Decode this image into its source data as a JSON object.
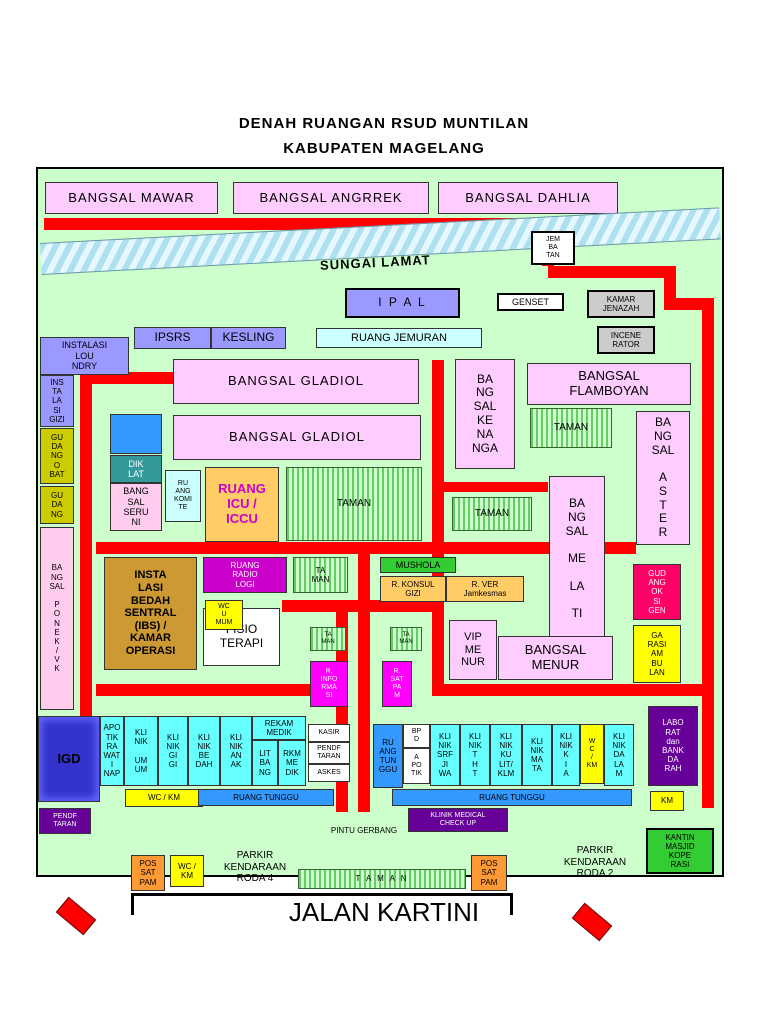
{
  "title": {
    "line1": "DENAH RUANGAN RSUD MUNTILAN",
    "line2": "KABUPATEN MAGELANG"
  },
  "river": "SUNGAI LAMAT",
  "street": "JALAN KARTINI",
  "rooms": {
    "mawar": "BANGSAL  MAWAR",
    "anggrek": "BANGSAL  ANGRREK",
    "dahlia": "BANGSAL  DAHLIA",
    "jembatan": "JEM\nBA\nTAN",
    "ipal": "I P A L",
    "genset": "GENSET",
    "jenazah": "KAMAR\nJENAZAH",
    "incenerator": "INCENE\nRATOR",
    "ipsrs": "IPSRS",
    "kesling": "KESLING",
    "jemuran": "RUANG JEMURAN",
    "laundry": "INSTALASI\nLOU\nNDRY",
    "instalasi_gizi": "INS\nTA\nLA\nSI\nGIZI",
    "gudang_obat": "GU\nDA\nNG\nO\nBAT",
    "gudang": "GU\nDA\nNG",
    "ponek": "BA\nNG\nSAL\n\nP\nO\nN\nE\nK\n/\nV\nK",
    "gladiol1": "BANGSAL  GLADIOL",
    "gladiol2": "BANGSAL  GLADIOL",
    "kenanga": "BA\nNG\nSAL\nKE\nNA\nNGA",
    "flamboyan": "BANGSAL\nFLAMBOYAN",
    "aster": "BA\nNG\nSAL\n\nA\nS\nT\nE\nR",
    "diklat": "DIK\nLAT",
    "seruni": "BANG\nSAL\nSERU\nNI",
    "komite": "RU\nANG\nKOMI\nTE",
    "icu": "RUANG\nICU /\nICCU",
    "melati": "BA\nNG\nSAL\n\nME\n\nLA\n\nTI",
    "ibs": "INSTA\nLASI\nBEDAH\nSENTRAL\n(IBS) /\nKAMAR\nOPERASI",
    "radiologi": "RUANG\nRADIO\nLOGI",
    "wc_umum": "WC\nU\nMUM",
    "fisio": "FISIO\nTERAPI",
    "mushola": "MUSHOLA",
    "konsul_gizi": "R. KONSUL\nGIZI",
    "verifikasi": "R. VER\nJamkesmas",
    "gudang_oksigen": "GUD\nANG\nOK\nSI\nGEN",
    "garasi": "GA\nRASI\nAM\nBU\nLAN",
    "vip": "VIP\nME\nNUR",
    "menur": "BANGSAL\nMENUR",
    "informasi": "R.\nINFO\nRMA\nSI",
    "satpam_dalam": "R.\nSAT\nPA\nM",
    "igd": "IGD",
    "apotik_rawat": "APO\nTIK\nRA\nWAT\nI\nNAP",
    "klinik_umum": "KLI\nNIK\n\nUM\nUM",
    "klinik_gigi": "KLI\nNIK\nGI\nGI",
    "klinik_bedah": "KLI\nNIK\nBE\nDAH",
    "klinik_anak": "KLI\nNIK\nAN\nAK",
    "rekam_medik": "REKAM\nMEDIK",
    "litbang": "LIT\nBA\nNG",
    "rkm_medik": "RKM\nME\nDIK",
    "kasir": "KASIR",
    "pendaftaran_dalam": "PENDF\nTARAN",
    "askes": "ASKES",
    "ruang_tunggu_besar": "RU\nANG\nTUN\nGGU",
    "bpd": "BP\nD",
    "apotik": "A\nPO\nTIK",
    "klinik_srf": "KLI\nNIK\nSRF\nJI\nWA",
    "klinik_tht": "KLI\nNIK\nT\nH\nT",
    "klinik_kulit": "KLI\nNIK\nKU\nLIT/\nKLM",
    "klinik_mata": "KLI\nNIK\nMA\nTA",
    "klinik_kia": "KLI\nNIK\nK\nI\nA",
    "wc_km_kecil": "W\nC\n/\nKM",
    "klinik_dalam": "KLI\nNIK\nDA\nLA\nM",
    "lab": "LABO\nRAT\ndan\nBANK\nDA\nRAH",
    "km": "KM",
    "wc_km": "WC / KM",
    "ruang_tunggu_1": "RUANG TUNGGU",
    "ruang_tunggu_2": "RUANG TUNGGU",
    "pendaftaran": "PENDF\nTARAN",
    "medical_checkup": "KLINIK MEDICAL\nCHECK UP",
    "kantin": "KANTIN\nMASJID\nKOPE\nRASI",
    "pos_satpam_1": "POS\nSAT\nPAM",
    "wc_km_parkir": "WC /\nKM",
    "pos_satpam_2": "POS\nSAT\nPAM",
    "taman_parkir": "T A M A N"
  },
  "taman": {
    "t1": "TAMAN",
    "t2": "TAMAN",
    "t3": "TAMAN",
    "t4": "TA\nMAN",
    "t5": "TA\nMAN",
    "t6": "TA\nMAN"
  },
  "labels": {
    "pintu_gerbang": "PINTU GERBANG",
    "parkir_roda4": "PARKIR\nKENDARAAN\nRODA 4",
    "parkir_roda2": "PARKIR\nKENDARAAN\nRODA 2"
  },
  "colors": {
    "road": "#ff0000",
    "ground": "#ccffcc",
    "ward": "#ffccff"
  }
}
